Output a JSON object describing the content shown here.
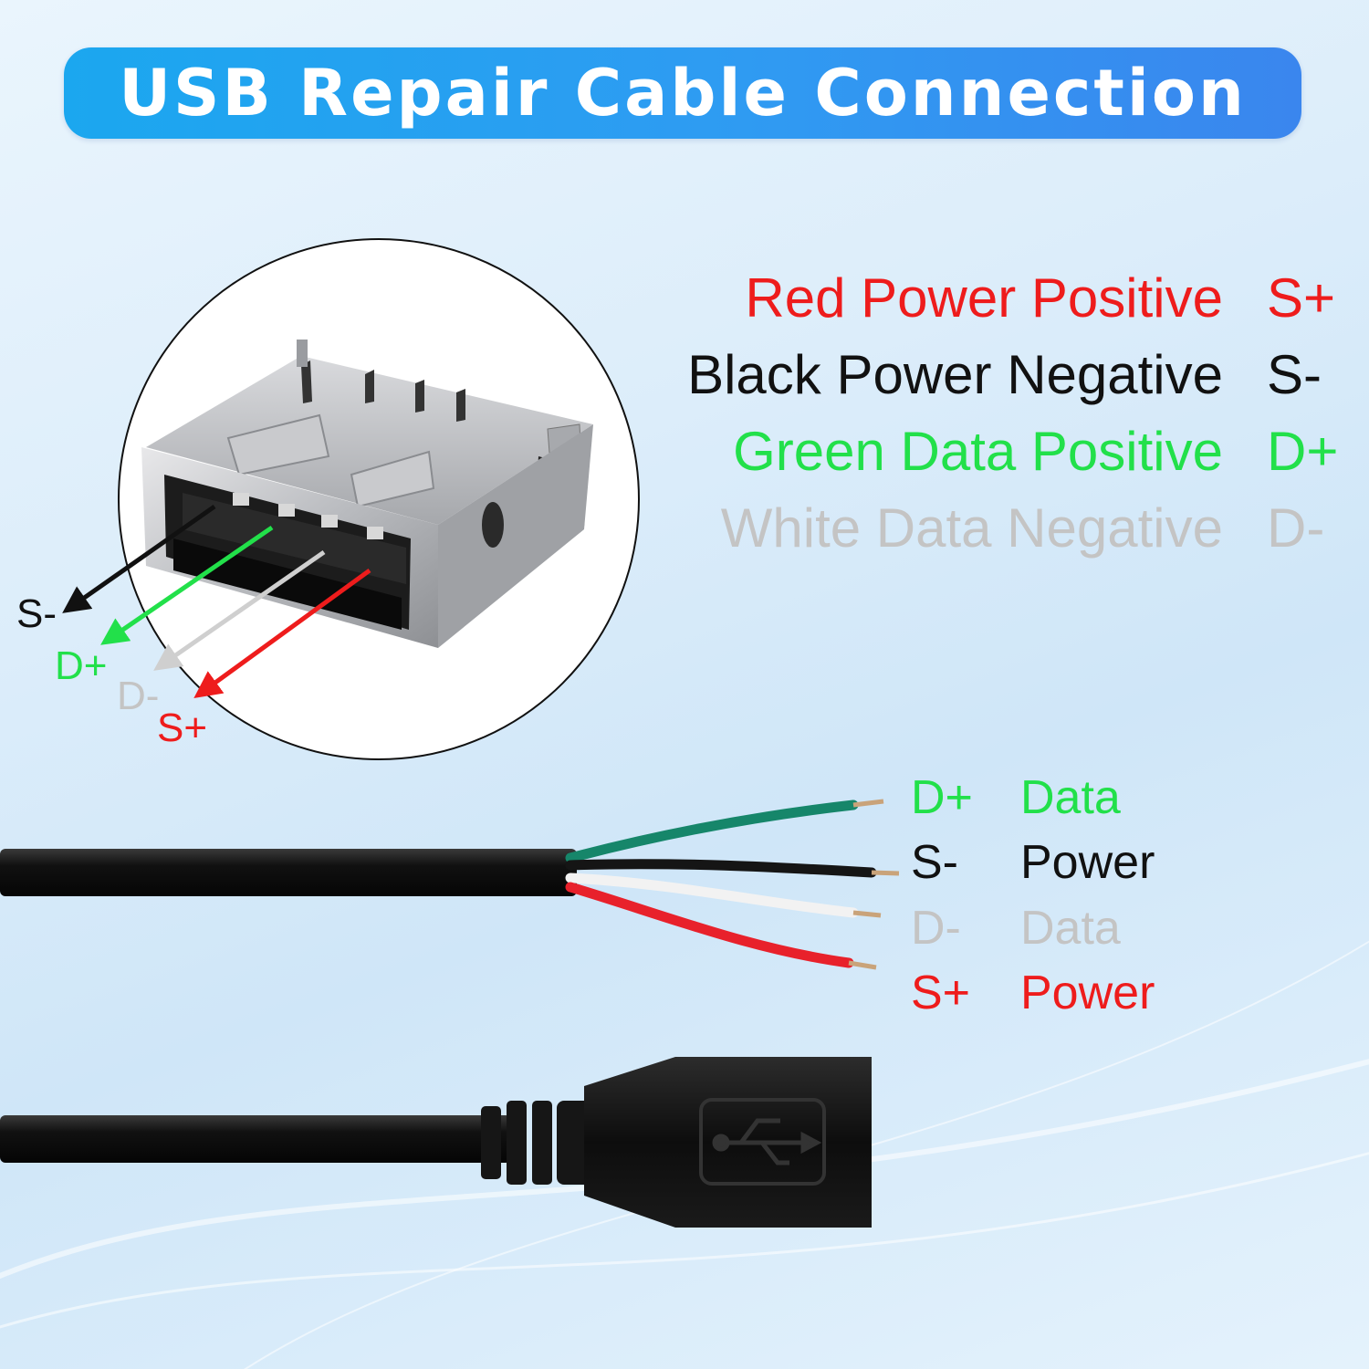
{
  "title": "USB Repair Cable Connection",
  "legend": [
    {
      "desc": "Red Power Positive",
      "code": "S+",
      "color": "#ee1c1c"
    },
    {
      "desc": "Black Power Negative",
      "code": "S-",
      "color": "#111111"
    },
    {
      "desc": "Green Data Positive",
      "code": "D+",
      "color": "#22e04a"
    },
    {
      "desc": "White Data Negative",
      "code": "D-",
      "color": "#c4c4c4"
    }
  ],
  "port_labels": [
    {
      "text": "S-",
      "color": "#111111"
    },
    {
      "text": "D+",
      "color": "#22e04a"
    },
    {
      "text": "D-",
      "color": "#c4c4c4"
    },
    {
      "text": "S+",
      "color": "#ee1c1c"
    }
  ],
  "wire_labels": [
    {
      "code": "D+",
      "func": "Data",
      "color": "#22e04a"
    },
    {
      "code": "S-",
      "func": "Power",
      "color": "#111111"
    },
    {
      "code": "D-",
      "func": "Data",
      "color": "#c4c4c4"
    },
    {
      "code": "S+",
      "func": "Power",
      "color": "#ee1c1c"
    }
  ],
  "icons": [
    "usb-port-image",
    "usb-cable-image",
    "usb-trident-icon"
  ]
}
